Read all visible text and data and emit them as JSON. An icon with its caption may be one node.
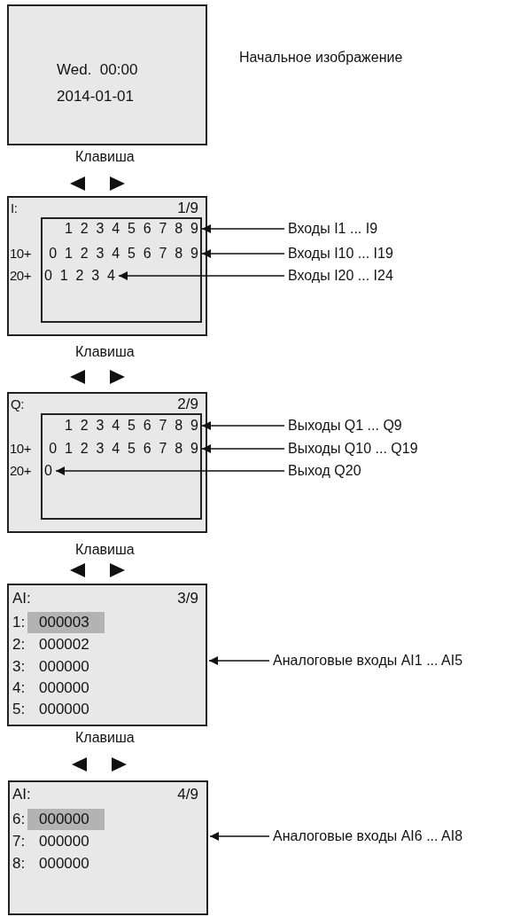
{
  "diagram": {
    "nodes": [
      {
        "text": [
          "Wed.  00:00",
          "2014-01-01"
        ],
        "beside": [
          "Начальное изображение"
        ]
      },
      {
        "text": [
          "I:",
          "1/9",
          "10+",
          "20+"
        ]
      },
      {
        "text": [],
        "shape": "box",
        "in": 1
      },
      {
        "text": [
          "1 2 3 4 5 6 7 8 9"
        ],
        "in": 2
      },
      {
        "text": [
          "0 1 2 3 4 5 6 7 8 9"
        ],
        "in": 2
      },
      {
        "text": [
          "0 1 2 3 4"
        ],
        "in": 2
      },
      {
        "text": [
          "Входы I1 ... I9"
        ]
      },
      {
        "text": [
          "Входы I10 ... I19"
        ]
      },
      {
        "text": [
          "Входы I20 ... I24"
        ]
      },
      {
        "text": [
          "Q:",
          "2/9",
          "10+",
          "20+"
        ]
      },
      {
        "text": [],
        "shape": "box",
        "in": 9
      },
      {
        "text": [
          "1 2 3 4 5 6 7 8 9"
        ],
        "in": 10
      },
      {
        "text": [
          "0 1 2 3 4 5 6 7 8 9"
        ],
        "in": 10
      },
      {
        "text": [
          "0"
        ],
        "in": 10
      },
      {
        "text": [
          "Выходы Q1 ... Q9"
        ]
      },
      {
        "text": [
          "Выходы Q10 ... Q19"
        ]
      },
      {
        "text": [
          "Выход Q20"
        ]
      },
      {
        "text": [
          "AI:",
          "3/9",
          "1:",
          "000003",
          "2:",
          "000002",
          "3:",
          "000000",
          "4:",
          "000000",
          "5:",
          "000000"
        ]
      },
      {
        "text": [
          "Аналоговые входы AI1 ... AI5"
        ]
      },
      {
        "text": [
          "AI:",
          "4/9",
          "6:",
          "000000",
          "7:",
          "000000",
          "8:",
          "000000"
        ]
      },
      {
        "text": [
          "Аналоговые входы AI6 ... AI8"
        ]
      }
    ],
    "edges": [
      {
        "from": 6,
        "to": 3,
        "arrow": "to"
      },
      {
        "from": 7,
        "to": 4,
        "arrow": "to"
      },
      {
        "from": 8,
        "to": 5,
        "arrow": "to"
      },
      {
        "from": 14,
        "to": 11,
        "arrow": "to"
      },
      {
        "from": 15,
        "to": 12,
        "arrow": "to"
      },
      {
        "from": 16,
        "to": 13,
        "arrow": "to"
      },
      {
        "from": 18,
        "to": 17,
        "arrow": "to"
      },
      {
        "from": 20,
        "to": 19,
        "arrow": "to"
      }
    ],
    "labels": [
      "Клавиша",
      "Клавиша",
      "Клавиша",
      "Клавиша"
    ]
  }
}
